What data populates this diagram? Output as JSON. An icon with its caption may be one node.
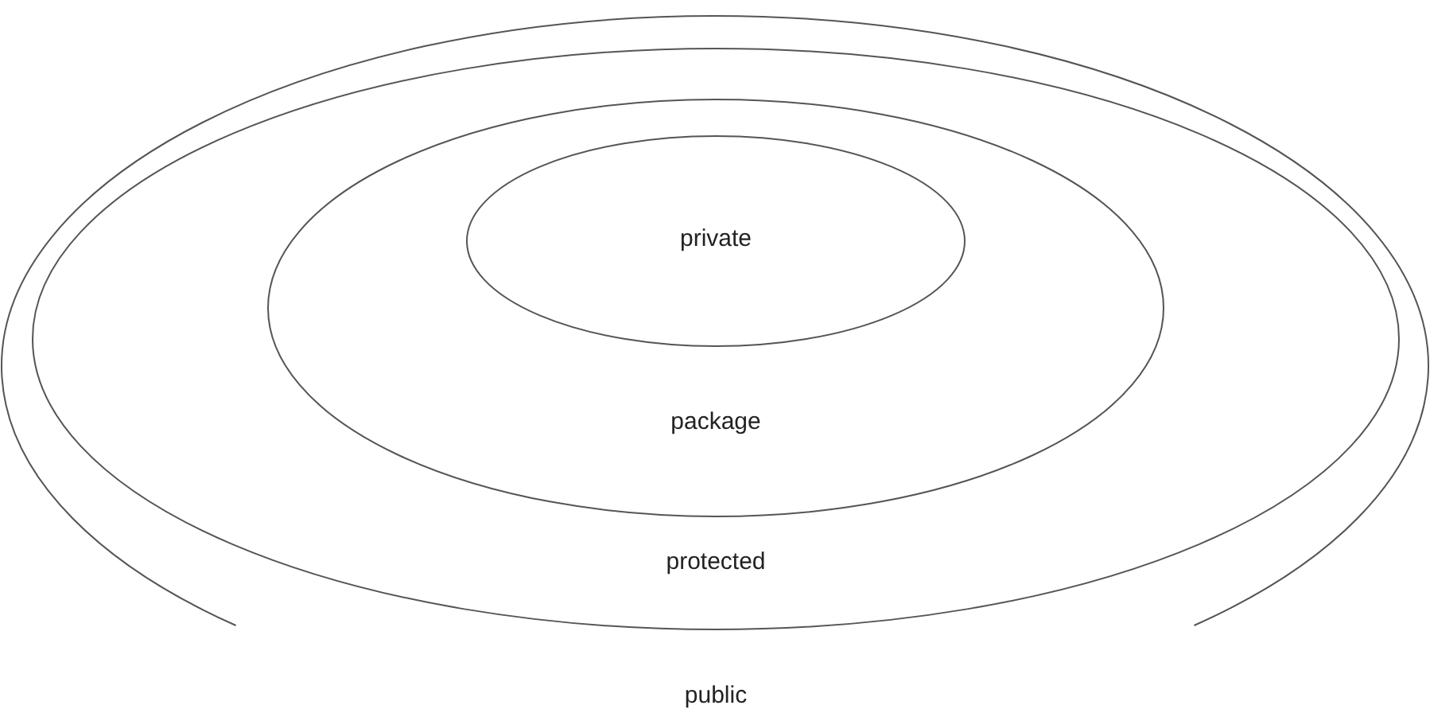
{
  "diagram": {
    "nodes": [
      {
        "text": [
          "public"
        ]
      },
      {
        "text": [
          "protected"
        ],
        "in": 0
      },
      {
        "text": [
          "package"
        ],
        "in": 1
      },
      {
        "text": [
          "private"
        ],
        "in": 2
      }
    ]
  }
}
